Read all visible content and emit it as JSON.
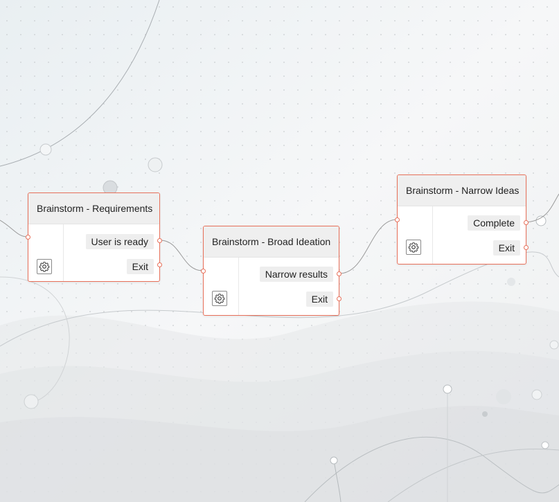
{
  "colors": {
    "accent": "#e8705a",
    "header_bg": "#efefef",
    "label_bg": "#eeeeee",
    "canvas_bg": "#f3f5f6",
    "connector": "#9a9a9a"
  },
  "nodes": [
    {
      "title": "Brainstorm - Requirements",
      "outputs": [
        "User is ready",
        "Exit"
      ],
      "settings_icon": "gear-icon"
    },
    {
      "title": "Brainstorm - Broad Ideation",
      "outputs": [
        "Narrow results",
        "Exit"
      ],
      "settings_icon": "gear-icon"
    },
    {
      "title": "Brainstorm - Narrow Ideas",
      "outputs": [
        "Complete",
        "Exit"
      ],
      "settings_icon": "gear-icon"
    }
  ]
}
